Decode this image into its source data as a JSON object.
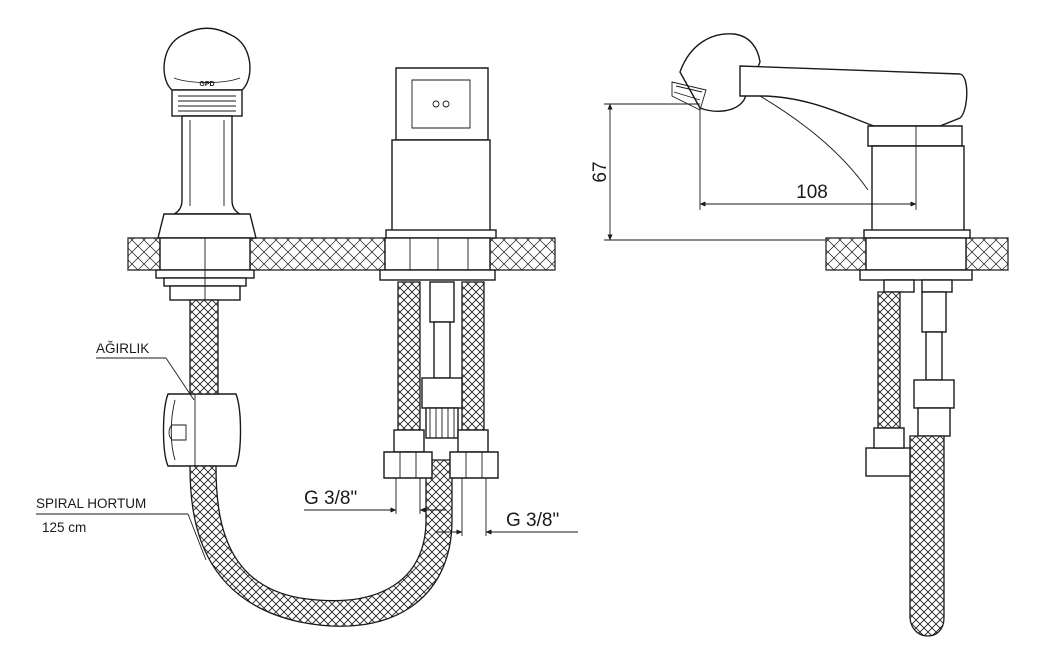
{
  "brand_mark": "GPD",
  "labels": {
    "weight": "AĞIRLIK",
    "hose": "SPIRAL HORTUM",
    "hose_length": "125 cm",
    "thread_left": "G 3/8\"",
    "thread_right": "G 3/8\""
  },
  "dimensions": {
    "height": "67",
    "reach": "108"
  },
  "colors": {
    "line": "#1a1a1a",
    "background": "#ffffff"
  }
}
